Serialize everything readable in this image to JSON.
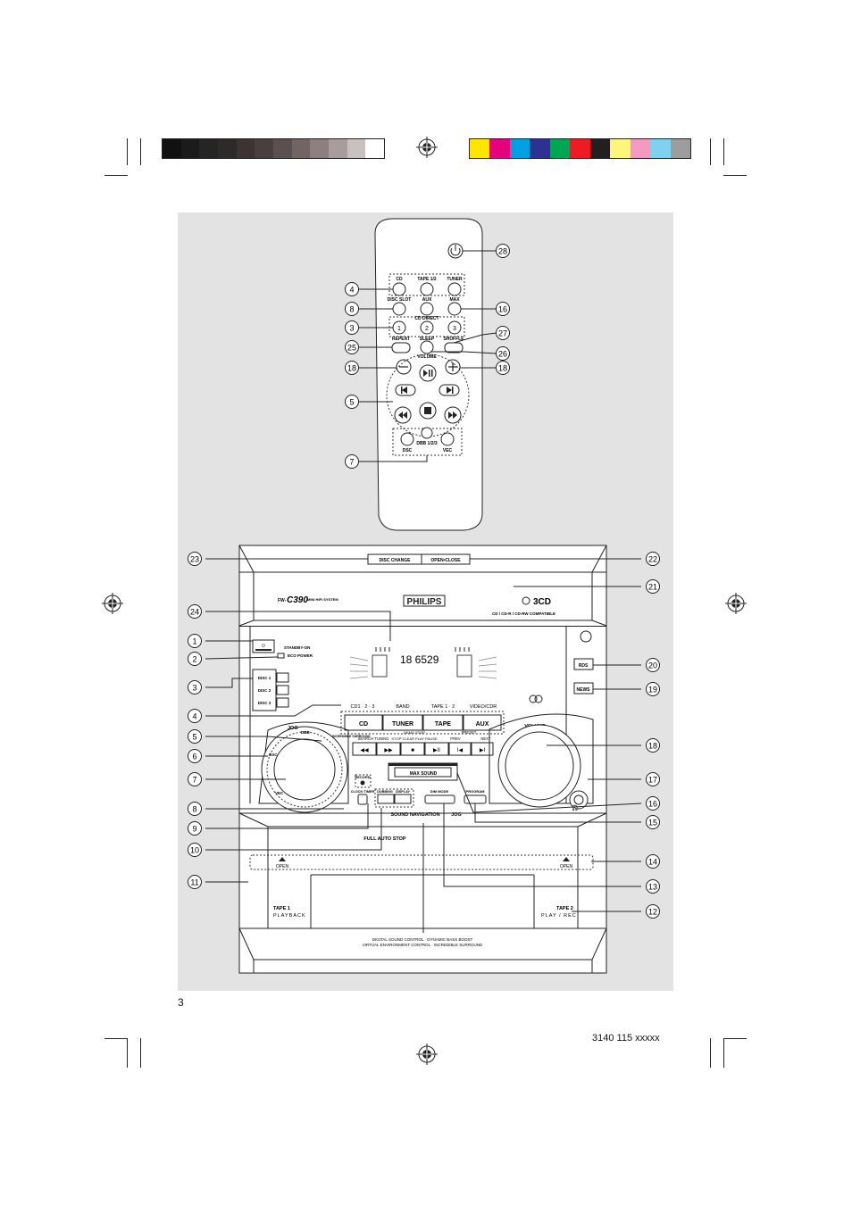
{
  "page": {
    "number": "3",
    "code": "3140 115 xxxxx"
  },
  "color_bar": {
    "grays": [
      "#111111",
      "#1b1b1b",
      "#252525",
      "#2f2a2a",
      "#3d3333",
      "#4a3f3f",
      "#5c4f4f",
      "#736464",
      "#8d7f7f",
      "#a89c9c",
      "#c9c0c0",
      "#ffffff"
    ],
    "colors": [
      "#ffe600",
      "#e6007e",
      "#00a0e3",
      "#2e3192",
      "#00a651",
      "#ed1c24",
      "#231f20",
      "#fff57a",
      "#f49ac1",
      "#7fd1f0",
      "#9d9d9d"
    ]
  },
  "remote": {
    "buttons": {
      "cd": "CD",
      "tape": "TAPE 1/2",
      "tuner": "TUNER",
      "disc_slot": "DISC SLOT",
      "aux": "AUX",
      "max": "MAX",
      "cd_direct": "CD DIRECT",
      "d1": "1",
      "d2": "2",
      "d3": "3",
      "repeat": "REPEAT",
      "sleep": "SLEEP",
      "shuffle": "SHUFFLE",
      "volume": "VOLUME",
      "dsc": "DSC",
      "dbb": "DBB 1/2/3",
      "vec": "VEC"
    },
    "callouts_left": [
      "4",
      "8",
      "3",
      "25",
      "18",
      "5",
      "7"
    ],
    "callouts_right": [
      "28",
      "16",
      "27",
      "26",
      "18"
    ]
  },
  "unit": {
    "top_buttons": {
      "disc_change": "DISC CHANGE",
      "open_close": "OPEN•CLOSE"
    },
    "model_prefix": "FW-",
    "model": "C390",
    "subtitle": "MINI HIFI SYSTEM",
    "brand": "PHILIPS",
    "cd_logo": "3CD",
    "compat": "CD / CD-R / CD-RW COMPATIBLE",
    "standby": "STANDBY-ON",
    "eco": "ECO POWER",
    "discs": [
      "DISC 1",
      "DISC 2",
      "DISC 3"
    ],
    "display_digits": "18  6529",
    "source_labels": [
      "CD1 · 2 · 3",
      "BAND",
      "TAPE 1 · 2",
      "VIDEO/CDR"
    ],
    "sources": [
      "CD",
      "TUNER",
      "TAPE",
      "AUX"
    ],
    "transport_top": [
      "SEARCH·TUNING",
      "DEMO STOP",
      "STOP·CLEAR PLAY·PAUSE",
      "PREV",
      "PRESET",
      "NEXT"
    ],
    "jog": "JOG",
    "ring_labels": [
      "DSC",
      "DBB",
      "VEC",
      "INCREDIBLE SURROUND"
    ],
    "record": "RECORD",
    "dubbing": "DUBBING",
    "display_btn": "DISPLAY",
    "clock": "CLOCK·TIMER",
    "max_sound": "MAX SOUND",
    "dim_mode": "DIM MODE",
    "program": "PROGRAM",
    "sound_nav": "SOUND NAVIGATION",
    "jog2": "JOG",
    "full_auto_stop": "FULL AUTO STOP",
    "volume": "VOLUME",
    "rds": "RDS",
    "news": "NEWS",
    "open": "OPEN",
    "tape1": "TAPE 1",
    "playback": "PLAYBACK",
    "tape2": "TAPE 2",
    "playrec": "PLAY / REC",
    "footer1": "DIGITAL SOUND CONTROL · DYNAMIC BASS BOOST",
    "footer2": "VIRTUAL ENVIRONMENT CONTROL · INCREDIBLE SURROUND",
    "callouts_left": [
      "23",
      "24",
      "1",
      "2",
      "3",
      "4",
      "5",
      "6",
      "7",
      "8",
      "9",
      "10",
      "11"
    ],
    "callouts_right": [
      "22",
      "21",
      "20",
      "19",
      "18",
      "17",
      "16",
      "15",
      "14",
      "13",
      "12"
    ]
  }
}
